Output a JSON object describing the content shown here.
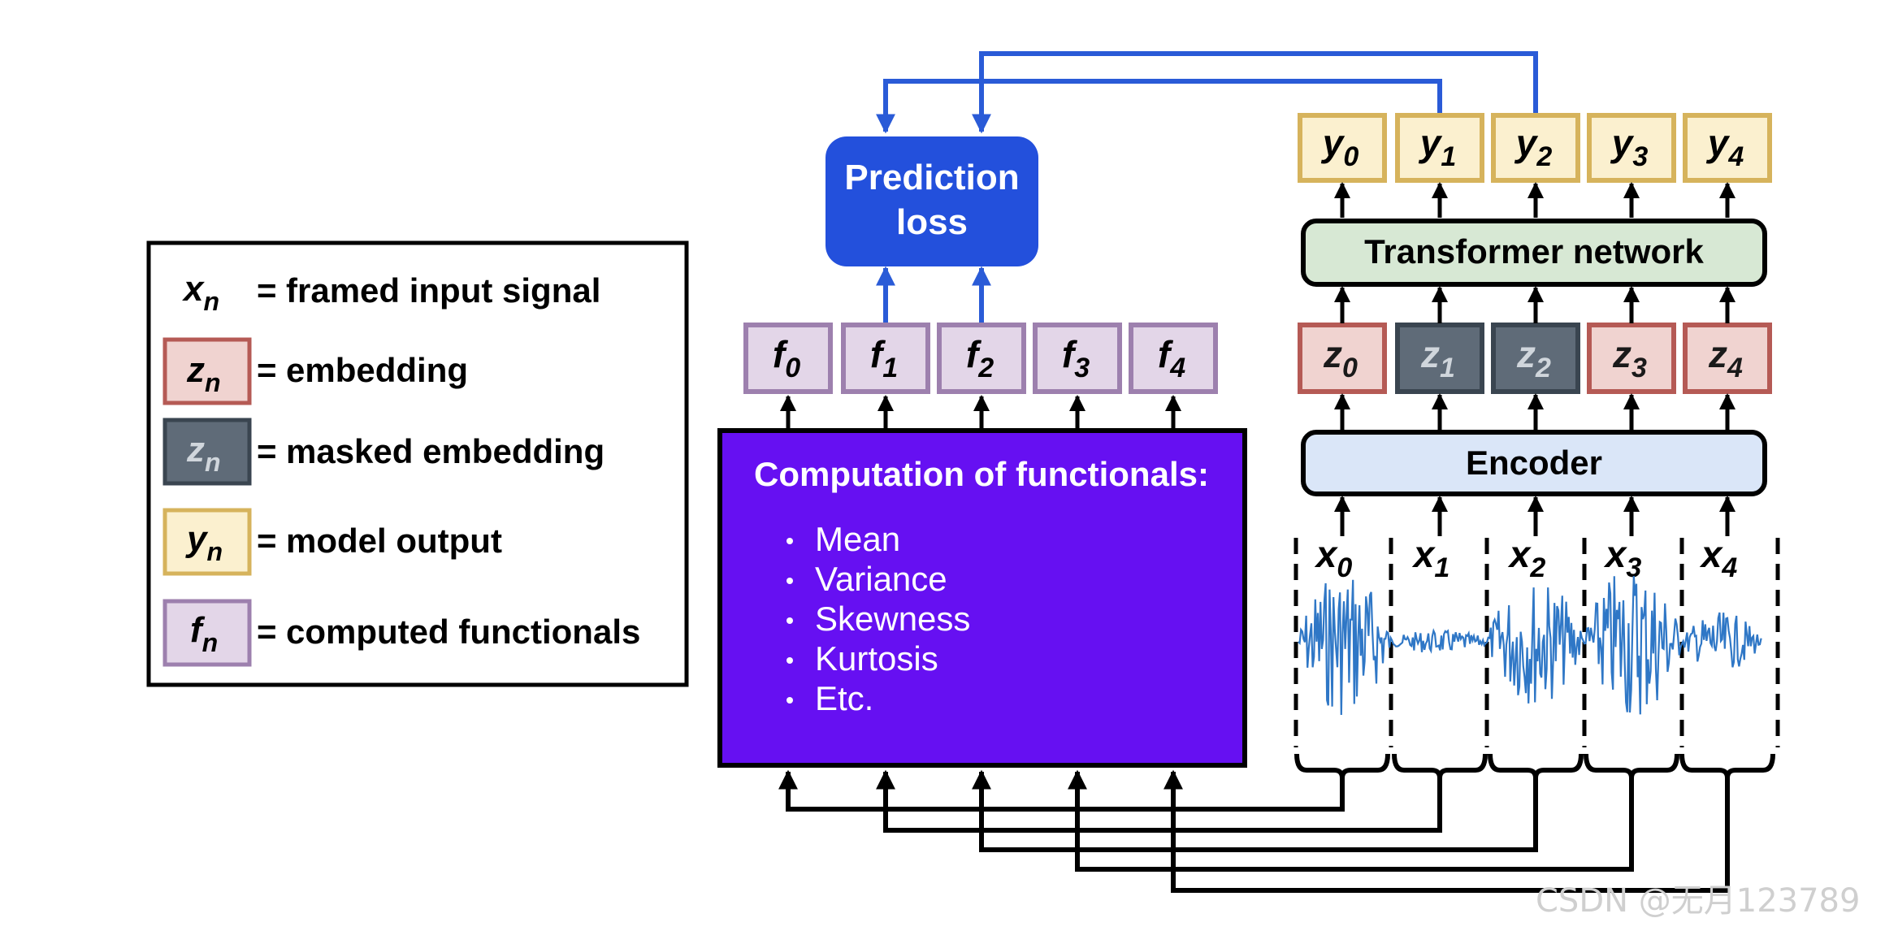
{
  "legend": {
    "items": [
      {
        "sym": "x",
        "sub": "n",
        "eq": "=",
        "text": "framed input signal"
      },
      {
        "sym": "z",
        "sub": "n",
        "eq": "=",
        "text": "embedding"
      },
      {
        "sym": "z",
        "sub": "n",
        "eq": "=",
        "text": "masked embedding"
      },
      {
        "sym": "y",
        "sub": "n",
        "eq": "=",
        "text": "model output"
      },
      {
        "sym": "f",
        "sub": "n",
        "eq": "=",
        "text": "computed functionals"
      }
    ]
  },
  "prediction_loss": {
    "line1": "Prediction",
    "line2": "loss"
  },
  "functionals_box": {
    "title": "Computation of functionals:",
    "bullets": [
      "Mean",
      "Variance",
      "Skewness",
      "Kurtosis",
      "Etc."
    ]
  },
  "encoder": {
    "label": "Encoder"
  },
  "transformer": {
    "label": "Transformer network"
  },
  "outputs": [
    {
      "sym": "y",
      "sub": "0"
    },
    {
      "sym": "y",
      "sub": "1"
    },
    {
      "sym": "y",
      "sub": "2"
    },
    {
      "sym": "y",
      "sub": "3"
    },
    {
      "sym": "y",
      "sub": "4"
    }
  ],
  "embeddings": [
    {
      "sym": "z",
      "sub": "0"
    },
    {
      "sym": "z",
      "sub": "1"
    },
    {
      "sym": "z",
      "sub": "2"
    },
    {
      "sym": "z",
      "sub": "3"
    },
    {
      "sym": "z",
      "sub": "4"
    }
  ],
  "functionals": [
    {
      "sym": "f",
      "sub": "0"
    },
    {
      "sym": "f",
      "sub": "1"
    },
    {
      "sym": "f",
      "sub": "2"
    },
    {
      "sym": "f",
      "sub": "3"
    },
    {
      "sym": "f",
      "sub": "4"
    }
  ],
  "inputs": [
    {
      "sym": "x",
      "sub": "0"
    },
    {
      "sym": "x",
      "sub": "1"
    },
    {
      "sym": "x",
      "sub": "2"
    },
    {
      "sym": "x",
      "sub": "3"
    },
    {
      "sym": "x",
      "sub": "4"
    }
  ],
  "watermark": "CSDN @无月123789",
  "colors": {
    "blue_arrow": "#2a5bd7",
    "prediction_fill": "#2350dc",
    "functionals_fill": "#6610f2",
    "encoder_fill": "#dae6f8",
    "transformer_fill": "#d7e8d4",
    "emb_fill": "#f0d3d0",
    "emb_stroke": "#b55a55",
    "mask_fill": "#5f6b78",
    "mask_stroke": "#3a4550",
    "out_fill": "#fbf0cf",
    "out_stroke": "#d6b35c",
    "func_fill": "#e3d6e8",
    "func_stroke": "#9d80ae",
    "wave": "#2f77c6"
  }
}
